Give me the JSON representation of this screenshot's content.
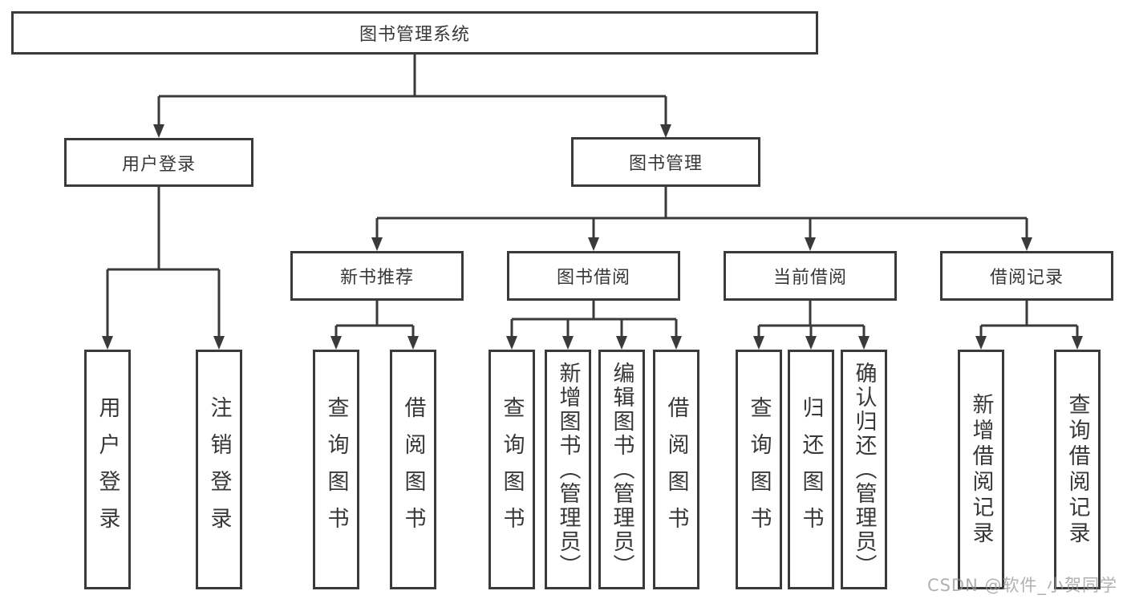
{
  "diagram": {
    "root": {
      "label": "图书管理系统"
    },
    "level2": [
      {
        "label": "用户登录"
      },
      {
        "label": "图书管理"
      }
    ],
    "level3": [
      {
        "label": "新书推荐"
      },
      {
        "label": "图书借阅"
      },
      {
        "label": "当前借阅"
      },
      {
        "label": "借阅记录"
      }
    ],
    "leaves": {
      "user_login": [
        "用户登录",
        "注销登录"
      ],
      "new_book_recommend": [
        "查询图书",
        "借阅图书"
      ],
      "book_borrow": [
        "查询图书",
        "新增图书（管理员）",
        "编辑图书（管理员）",
        "借阅图书"
      ],
      "current_borrow": [
        "查询图书",
        "归还图书",
        "确认归还（管理员）"
      ],
      "borrow_record": [
        "新增借阅记录",
        "查询借阅记录"
      ]
    }
  },
  "watermark": "CSDN @软件_小贺同学",
  "colors": {
    "line": "#3a3a3a",
    "text": "#383838",
    "watermark": "#969696",
    "background": "#ffffff"
  }
}
